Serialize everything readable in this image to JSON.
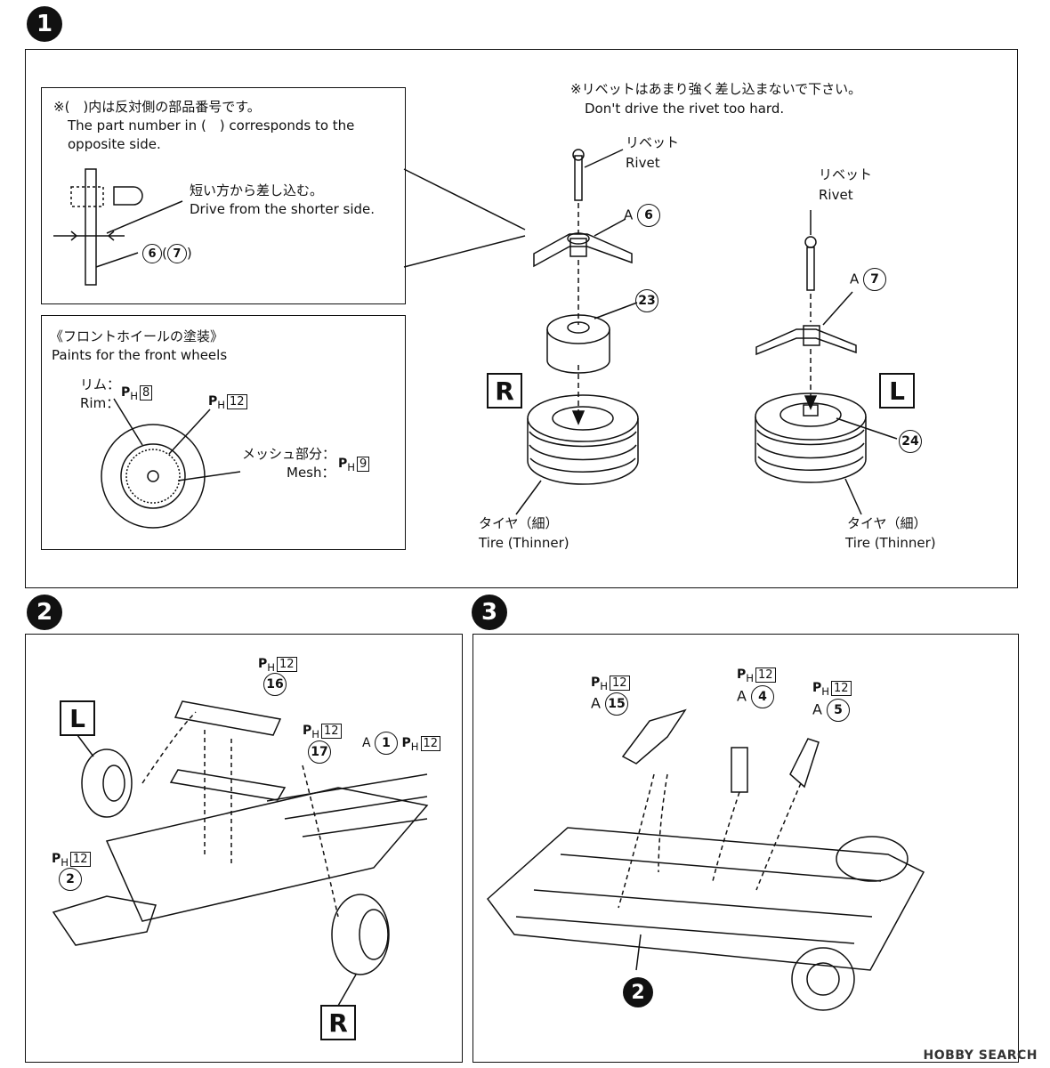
{
  "steps": [
    "1",
    "2",
    "3"
  ],
  "step1": {
    "note_box": {
      "jp": "※(　)内は反対側の部品番号です。",
      "en1": "The part number in (　) corresponds to the",
      "en2": "opposite side.",
      "drive_jp": "短い方から差し込む。",
      "drive_en": "Drive from the shorter side.",
      "part_a": "6",
      "part_b": "7"
    },
    "paint_box": {
      "title_jp": "《フロントホイールの塗装》",
      "title_en": "Paints for the front wheels",
      "rim_jp": "リム：",
      "rim_en": "Rim：",
      "rim_code": "8",
      "center_code": "12",
      "mesh_jp": "メッシュ部分：",
      "mesh_en": "Mesh：",
      "mesh_code": "9",
      "ph_label": "P",
      "ph_sub": "H"
    },
    "rivet_warning_jp": "※リベットはあまり強く差し込まないで下さい。",
    "rivet_warning_en": "Don't drive the rivet too hard.",
    "rivet_jp": "リベット",
    "rivet_en": "Rivet",
    "right": {
      "sprue": "A",
      "part": "6",
      "wheel": "23",
      "side": "R"
    },
    "left": {
      "sprue": "A",
      "part": "7",
      "wheel": "24",
      "side": "L"
    },
    "tire_jp": "タイヤ（細）",
    "tire_en": "Tire (Thinner)"
  },
  "step2": {
    "side_l": "L",
    "side_r": "R",
    "p16": {
      "part": "16",
      "paint": "12"
    },
    "p17": {
      "part": "17",
      "paint": "12"
    },
    "p1": {
      "sprue": "A",
      "part": "1",
      "paint": "12"
    },
    "p2": {
      "part": "2",
      "paint": "12"
    }
  },
  "step3": {
    "p15": {
      "sprue": "A",
      "part": "15",
      "paint": "12"
    },
    "p4": {
      "sprue": "A",
      "part": "4",
      "paint": "12"
    },
    "p5": {
      "sprue": "A",
      "part": "5",
      "paint": "12"
    },
    "ref_step": "2"
  },
  "watermark": "HOBBY SEARCH"
}
